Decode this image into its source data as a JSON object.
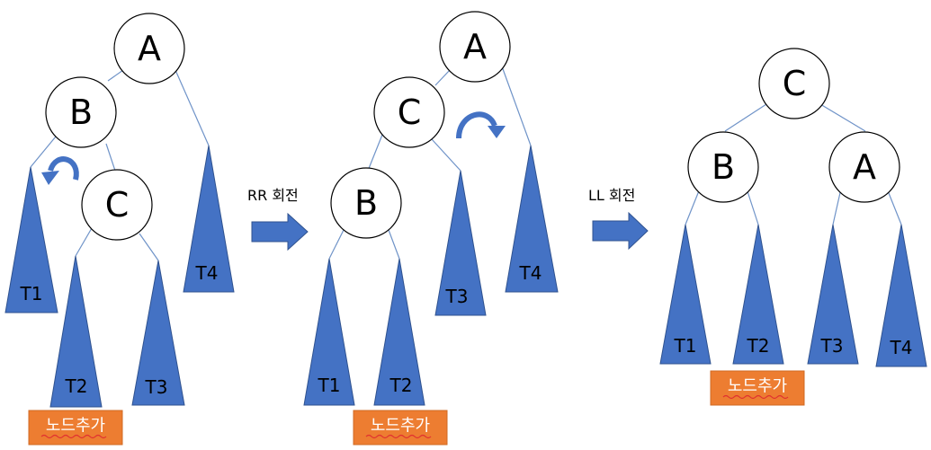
{
  "colors": {
    "subtree_fill": "#4472c4",
    "edge": "#6f93c8",
    "badge_fill": "#ed7d31",
    "badge_text": "#ffffff",
    "node_fill": "#ffffff"
  },
  "panel1": {
    "nodes": {
      "a": "A",
      "b": "B",
      "c": "C"
    },
    "subtrees": {
      "t1": "T1",
      "t2": "T2",
      "t3": "T3",
      "t4": "T4"
    },
    "badge": "노드추가",
    "rotation_icon": "rotate-counterclockwise-icon"
  },
  "step1": {
    "label": "RR 회전",
    "icon": "right-arrow-icon"
  },
  "panel2": {
    "nodes": {
      "a": "A",
      "c": "C",
      "b": "B"
    },
    "subtrees": {
      "t1": "T1",
      "t2": "T2",
      "t3": "T3",
      "t4": "T4"
    },
    "badge": "노드추가",
    "rotation_icon": "rotate-clockwise-icon"
  },
  "step2": {
    "label": "LL 회전",
    "icon": "right-arrow-icon"
  },
  "panel3": {
    "nodes": {
      "c": "C",
      "b": "B",
      "a": "A"
    },
    "subtrees": {
      "t1": "T1",
      "t2": "T2",
      "t3": "T3",
      "t4": "T4"
    },
    "badge": "노드추가"
  }
}
